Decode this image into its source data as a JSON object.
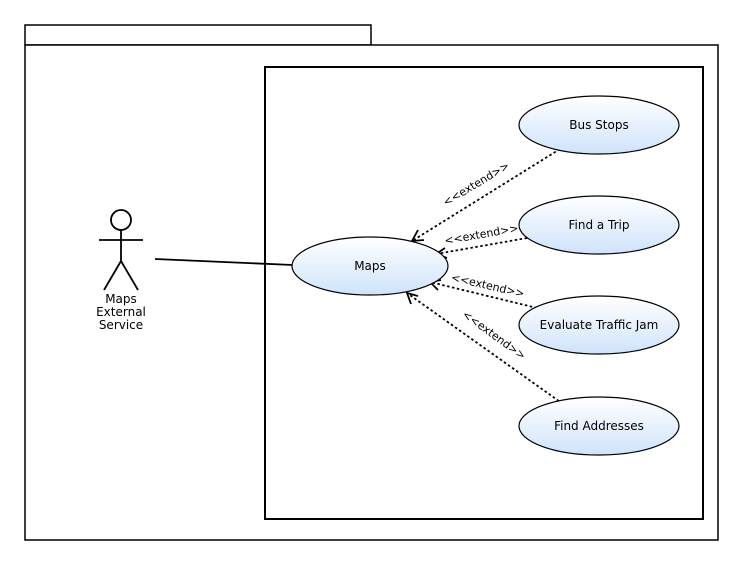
{
  "colors": {
    "stroke": "#000000",
    "usecase_fill_top": "#ffffff",
    "usecase_fill_bottom": "#cfe3fb",
    "background": "#ffffff"
  },
  "package": {
    "tab_label": ""
  },
  "system": {
    "label": ""
  },
  "actor": {
    "lines": [
      "Maps",
      "External",
      "Service"
    ]
  },
  "usecases": {
    "maps": "Maps",
    "bus_stops": "Bus Stops",
    "find_trip": "Find a Trip",
    "evaluate_traffic": "Evaluate Traffic Jam",
    "find_addresses": "Find Addresses"
  },
  "relations": {
    "extend_label": "<<extend>>"
  }
}
